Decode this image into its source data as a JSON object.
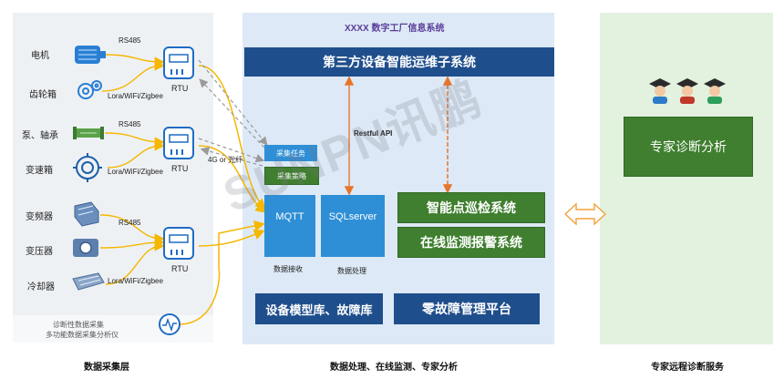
{
  "left": {
    "devices": [
      "电机",
      "齿轮箱",
      "泵、轴承",
      "变速箱",
      "变频器",
      "变压器",
      "冷却器"
    ],
    "rs485_labels": [
      "RS485",
      "RS485",
      "RS485"
    ],
    "lora_labels": [
      "Lora/WiFi/Zigbee",
      "Lora/WiFi/Zigbee",
      "Lora/WiFi/Zigbee"
    ],
    "rtu_labels": [
      "RTU",
      "RTU",
      "RTU"
    ],
    "diagnostic_lines": [
      "诊断性数据采集",
      "多功能数据采集分析仪"
    ],
    "caption": "数据采集层"
  },
  "middle": {
    "title": "XXXX 数字工厂信息系统",
    "subsystem": "第三方设备智能运维子系统",
    "restful": "Restful API",
    "link_4g": "4G or 光纤",
    "task": "采集任务",
    "strategy": "采集策略",
    "mqtt": "MQTT",
    "sqlserver": "SQLserver",
    "mqtt_caption": "数据接收",
    "sql_caption": "数据处理",
    "inspection": "智能点巡检系统",
    "monitor": "在线监测报警系统",
    "model_lib": "设备模型库、故障库",
    "zero_fault": "零故障管理平台",
    "caption": "数据处理、在线监测、专家分析"
  },
  "right": {
    "expert_box": "专家诊断分析",
    "caption": "专家远程诊断服务"
  },
  "watermark": "SUNPN讯鹏",
  "colors": {
    "navy": "#1f4e8c",
    "green": "#3f7f2f",
    "light_blue": "#2f8fd6",
    "left_bg": "#eef1f4",
    "mid_bg": "#dde9f6",
    "right_bg": "#e3f1df",
    "arrow_yellow": "#f5b700",
    "arrow_orange": "#e8742a",
    "title_purple": "#5a3d99"
  }
}
